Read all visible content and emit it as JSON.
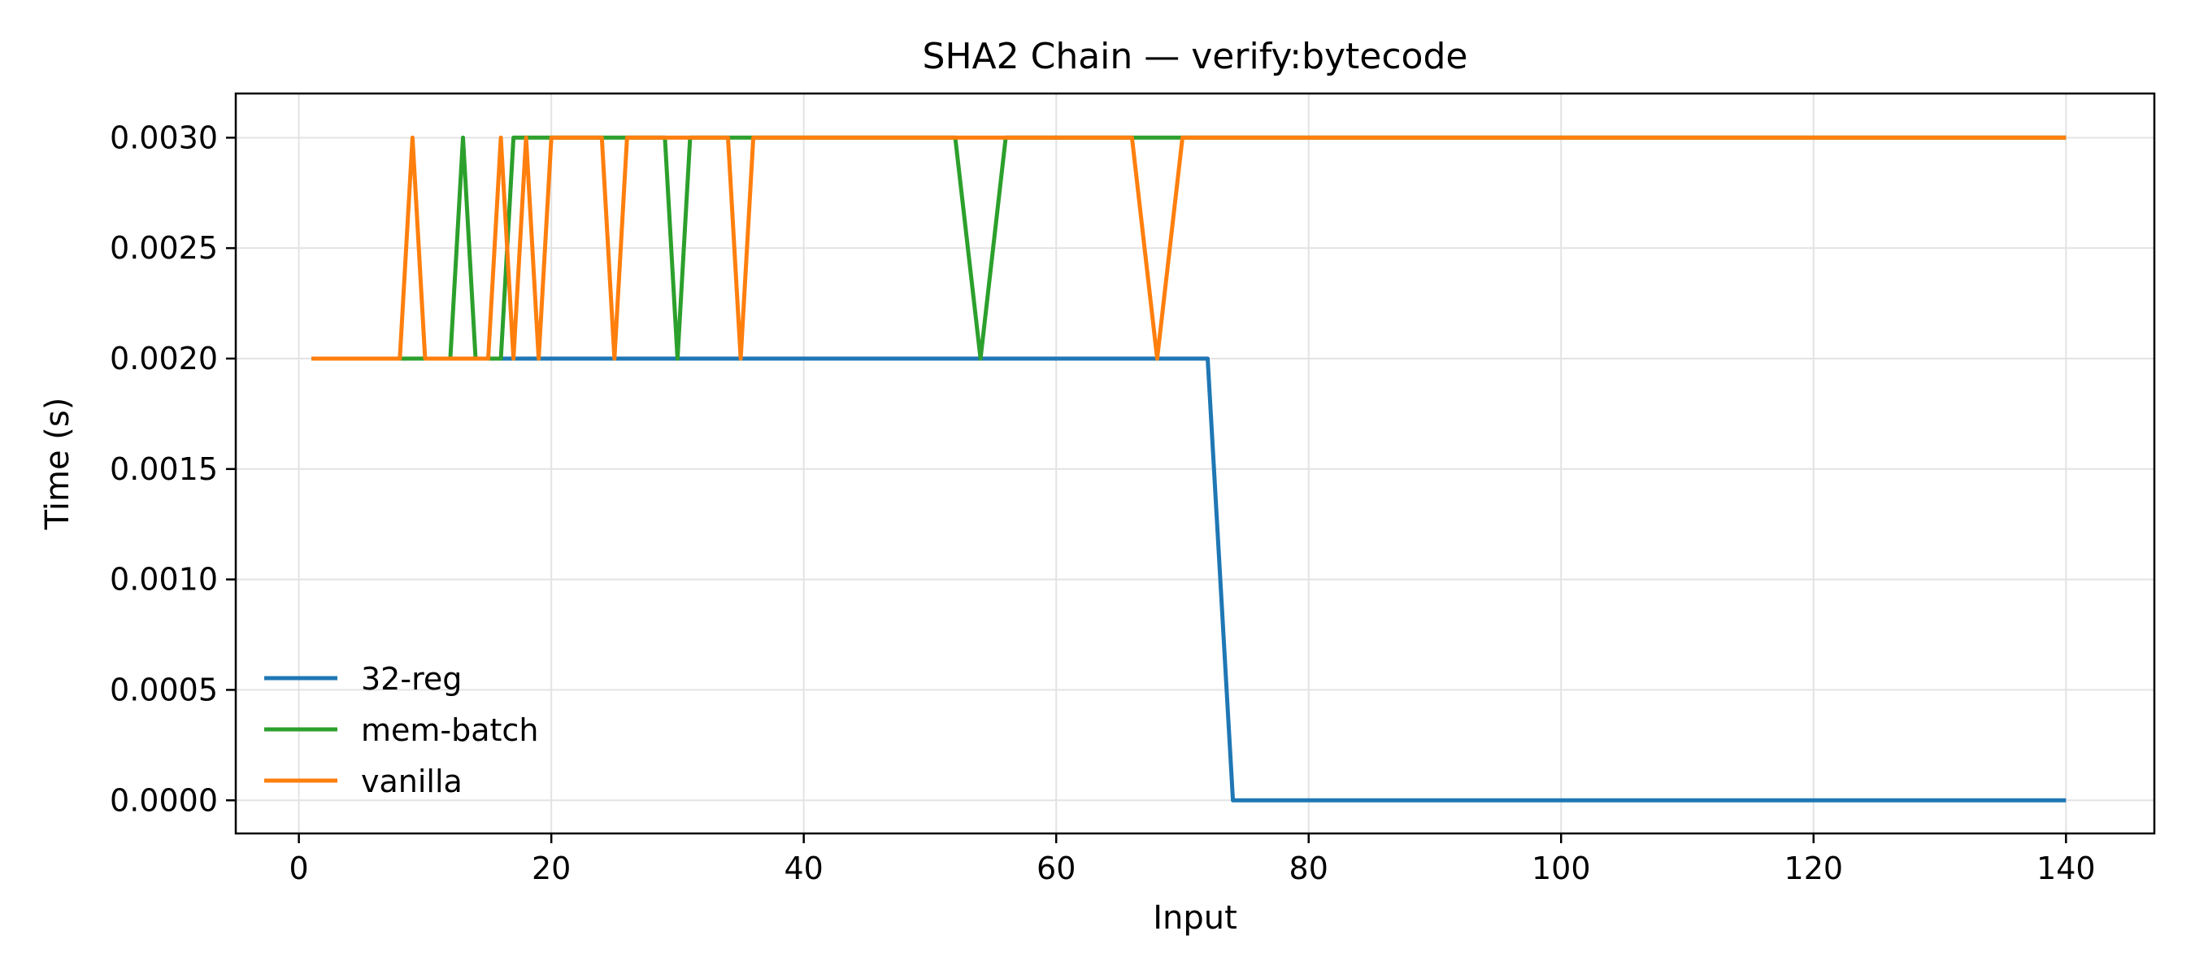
{
  "chart_data": {
    "type": "line",
    "title": "SHA2 Chain — verify:bytecode",
    "xlabel": "Input",
    "ylabel": "Time (s)",
    "xlim": [
      -5,
      147
    ],
    "ylim": [
      -0.00015,
      0.0032
    ],
    "x_ticks": [
      0,
      20,
      40,
      60,
      80,
      100,
      120,
      140
    ],
    "x_tick_labels": [
      "0",
      "20",
      "40",
      "60",
      "80",
      "100",
      "120",
      "140"
    ],
    "y_ticks": [
      0,
      0.0005,
      0.001,
      0.0015,
      0.002,
      0.0025,
      0.003
    ],
    "y_tick_labels": [
      "0.0000",
      "0.0005",
      "0.0010",
      "0.0015",
      "0.0020",
      "0.0025",
      "0.0030"
    ],
    "grid": true,
    "legend_position": "lower-left",
    "series": [
      {
        "name": "32-reg",
        "color": "#1f77b4",
        "x": [
          1,
          72,
          74,
          140
        ],
        "y": [
          0.002,
          0.002,
          0.0,
          0.0
        ]
      },
      {
        "name": "mem-batch",
        "color": "#2ca02c",
        "x": [
          1,
          12,
          13,
          14,
          16,
          17,
          29,
          30,
          31,
          52,
          54,
          56,
          140
        ],
        "y": [
          0.002,
          0.002,
          0.003,
          0.002,
          0.002,
          0.003,
          0.003,
          0.002,
          0.003,
          0.003,
          0.002,
          0.003,
          0.003
        ]
      },
      {
        "name": "vanilla",
        "color": "#ff7f0e",
        "x": [
          1,
          8,
          9,
          10,
          15,
          16,
          17,
          18,
          19,
          20,
          24,
          25,
          26,
          34,
          35,
          36,
          66,
          68,
          70,
          140
        ],
        "y": [
          0.002,
          0.002,
          0.003,
          0.002,
          0.002,
          0.003,
          0.002,
          0.003,
          0.002,
          0.003,
          0.003,
          0.002,
          0.003,
          0.003,
          0.002,
          0.003,
          0.003,
          0.002,
          0.003,
          0.003
        ]
      }
    ]
  }
}
